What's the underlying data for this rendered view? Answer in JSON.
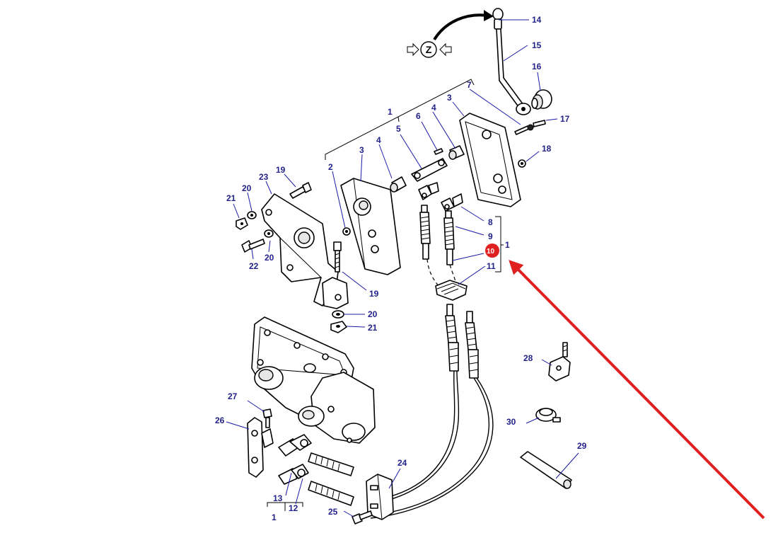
{
  "colors": {
    "callout_text": "#22228a",
    "leader_line": "#1a1aa8",
    "highlight_marker": "#e02020",
    "highlight_arrow": "#e02020",
    "outline": "#000000",
    "background": "#ffffff"
  },
  "direction_symbol": {
    "label": "Z"
  },
  "callouts": {
    "c1_top": "1",
    "c1_right": "1",
    "c1_bottom": "1",
    "c2": "2",
    "c3_left": "3",
    "c3_right": "3",
    "c4_left": "4",
    "c4_right": "4",
    "c5": "5",
    "c6": "6",
    "c7": "7",
    "c8": "8",
    "c9": "9",
    "c10_highlighted": "10",
    "c11": "11",
    "c12": "12",
    "c13": "13",
    "c14": "14",
    "c15": "15",
    "c16": "16",
    "c17": "17",
    "c18": "18",
    "c19_top": "19",
    "c19_bottom": "19",
    "c20_top": "20",
    "c20_mid": "20",
    "c20_bottom": "20",
    "c21_top": "21",
    "c21_bottom": "21",
    "c22": "22",
    "c23": "23",
    "c24": "24",
    "c25": "25",
    "c26": "26",
    "c27": "27",
    "c28": "28",
    "c29": "29",
    "c30": "30"
  },
  "icons": [
    "left-arrow-icon",
    "right-arrow-icon",
    "curved-arrow-icon",
    "highlight-arrow-icon"
  ]
}
